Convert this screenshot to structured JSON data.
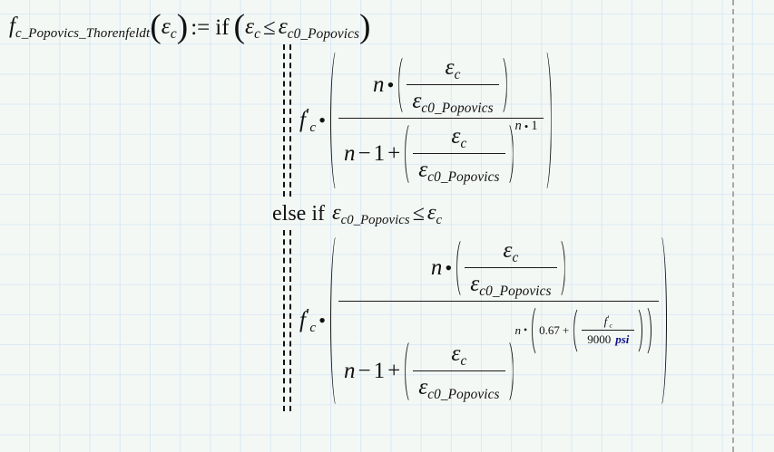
{
  "app": {
    "kind": "mathcad-worksheet",
    "background_color": "#f4f8f4",
    "grid_color": "#d8e8f6",
    "text_color": "#111111",
    "unit_color": "#10108c",
    "margin_rule_color": "#9b9b9b"
  },
  "definition": {
    "function_name": "f",
    "function_subscript": "c_Popovics_Thorenfeldt",
    "argument_open": "(",
    "argument": "ε",
    "argument_subscript": "c",
    "argument_close": ")",
    "assign_operator": ":=",
    "if_keyword": "if",
    "cond_open": "(",
    "cond_close": ")"
  },
  "condition1": {
    "lhs_symbol": "ε",
    "lhs_subscript": "c",
    "relation": "≤",
    "rhs_symbol": "ε",
    "rhs_subscript": "c0_Popovics"
  },
  "branch1": {
    "coefficient": "f",
    "coefficient_prime": "′",
    "coefficient_subscript": "c",
    "multiply": "•",
    "numerator": {
      "factor": "n",
      "multiply": "•",
      "ratio_top": "ε",
      "ratio_top_subscript": "c",
      "ratio_bottom": "ε",
      "ratio_bottom_subscript": "c0_Popovics"
    },
    "denominator": {
      "term_n": "n",
      "minus": "−",
      "one": "1",
      "plus": "+",
      "ratio_top": "ε",
      "ratio_top_subscript": "c",
      "ratio_bottom": "ε",
      "ratio_bottom_subscript": "c0_Popovics",
      "exponent_factor": "n",
      "exponent_multiply": "•",
      "exponent_value": "1"
    }
  },
  "else_clause": {
    "keyword": "else if",
    "lhs_symbol": "ε",
    "lhs_subscript": "c0_Popovics",
    "relation": "≤",
    "rhs_symbol": "ε",
    "rhs_subscript": "c"
  },
  "branch2": {
    "coefficient": "f",
    "coefficient_prime": "′",
    "coefficient_subscript": "c",
    "multiply": "•",
    "numerator": {
      "factor": "n",
      "multiply": "•",
      "ratio_top": "ε",
      "ratio_top_subscript": "c",
      "ratio_bottom": "ε",
      "ratio_bottom_subscript": "c0_Popovics"
    },
    "denominator": {
      "term_n": "n",
      "minus": "−",
      "one": "1",
      "plus": "+",
      "ratio_top": "ε",
      "ratio_top_subscript": "c",
      "ratio_bottom": "ε",
      "ratio_bottom_subscript": "c0_Popovics"
    },
    "exponent": {
      "factor": "n",
      "multiply": "•",
      "constant": "0.67",
      "plus": "+",
      "ratio_top": "f",
      "ratio_top_prime": "′",
      "ratio_top_subscript": "c",
      "ratio_bottom_value": "9000",
      "ratio_bottom_unit": "psi"
    }
  }
}
